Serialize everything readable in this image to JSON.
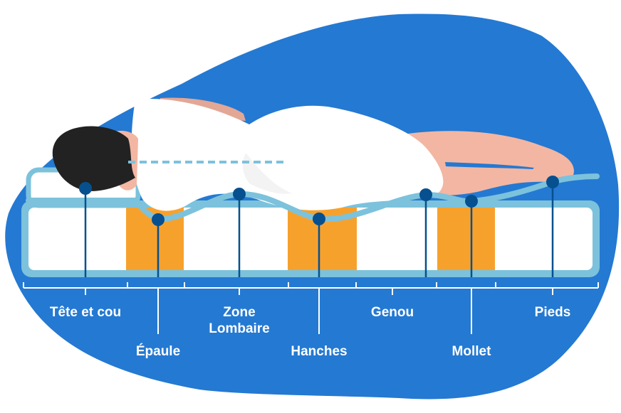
{
  "colors": {
    "background": "#ffffff",
    "blob": "#2479d2",
    "mattress_outline": "#7cc2dc",
    "mattress_fill": "#ffffff",
    "firm_zone": "#f7a12d",
    "marker": "#06508f",
    "hair": "#222222",
    "skin": "#f3b6a2",
    "skin_shadow": "#e3a795",
    "garment": "#ffffff",
    "garment_shadow": "#f3f3f3",
    "spine_guide": "#7cc2dc",
    "scale_line": "#ffffff",
    "label_text": "#ffffff"
  },
  "illustration": {
    "subject": "person sleeping face-down on a zoned mattress",
    "spine_guide": "dashed horizontal line",
    "icons": [
      "person-icon",
      "pillow-icon",
      "mattress-icon"
    ]
  },
  "zones": [
    {
      "id": "tete",
      "label": "Tête et cou",
      "row": "upper",
      "firmness": "soft"
    },
    {
      "id": "epaule",
      "label": "Épaule",
      "row": "lower",
      "firmness": "firm"
    },
    {
      "id": "lombaire",
      "label": "Zone Lombaire",
      "label_lines": [
        "Zone",
        "Lombaire"
      ],
      "row": "upper",
      "firmness": "soft"
    },
    {
      "id": "hanches",
      "label": "Hanches",
      "row": "lower",
      "firmness": "firm"
    },
    {
      "id": "genou",
      "label": "Genou",
      "row": "upper",
      "firmness": "soft"
    },
    {
      "id": "mollet",
      "label": "Mollet",
      "row": "lower",
      "firmness": "firm"
    },
    {
      "id": "pieds",
      "label": "Pieds",
      "row": "upper",
      "firmness": "soft"
    }
  ]
}
